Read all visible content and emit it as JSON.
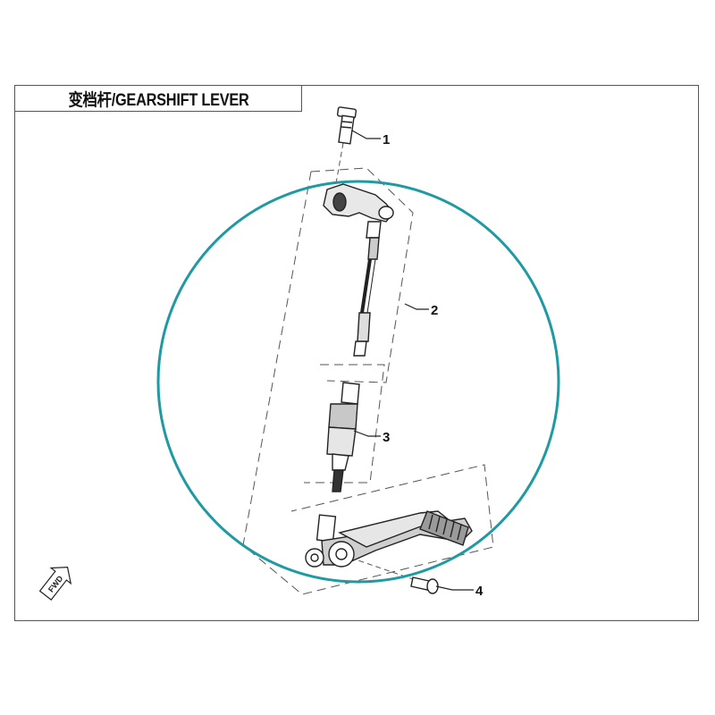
{
  "title": "变档杆/GEARSHIFT LEVER",
  "callouts": [
    {
      "id": "1",
      "label": "1"
    },
    {
      "id": "2",
      "label": "2"
    },
    {
      "id": "3",
      "label": "3"
    },
    {
      "id": "4",
      "label": "4"
    }
  ],
  "forward_marker": "FWD",
  "colors": {
    "frame": "#555555",
    "highlight_circle": "#1f9aa3",
    "line": "#222222",
    "dash": "#555555",
    "part_shade": "#b8b8b8"
  }
}
